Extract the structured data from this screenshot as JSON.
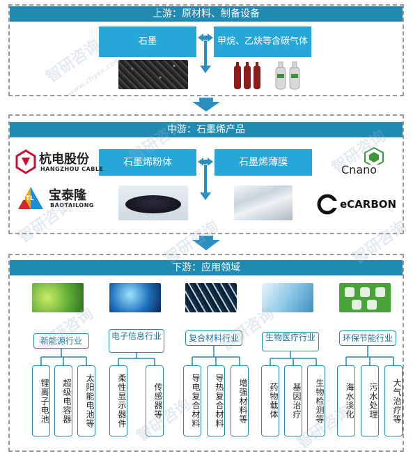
{
  "upstream": {
    "title": "上游：原材料、制备设备",
    "items": [
      "石墨",
      "甲烷、乙炔等含碳气体"
    ]
  },
  "midstream": {
    "title": "中游：石墨烯产品",
    "items": [
      "石墨烯粉体",
      "石墨烯薄膜"
    ],
    "companies": {
      "hangzhou_cn": "杭电股份",
      "hangzhou_en": "HANGZHOU CABLE",
      "baotailong_cn": "宝泰隆",
      "baotailong_en": "BAOTAILONG",
      "btl": "BTL",
      "cnano": "Cnano",
      "ecarbon": "eCARBON"
    }
  },
  "downstream": {
    "title": "下游：应用领域",
    "categories": [
      {
        "label": "新能源行业",
        "leaves": [
          "锂离子电池",
          "超级电容器",
          "太阳能电池等"
        ]
      },
      {
        "label": "电子信息行业",
        "leaves": [
          "柔性显示器件",
          "传感器等"
        ]
      },
      {
        "label": "复合材料行业",
        "leaves": [
          "导电复合材料",
          "导热复合材料",
          "增强材料等"
        ]
      },
      {
        "label": "生物医疗行业",
        "leaves": [
          "药物载体",
          "基因治疗",
          "生物检测等"
        ]
      },
      {
        "label": "环保节能行业",
        "leaves": [
          "海水淡化",
          "污水处理",
          "大气治疗等"
        ]
      }
    ]
  },
  "watermark": "智研咨询",
  "watermark_url": "www.chyxx.com",
  "colors": {
    "bar": "#1f8bb3",
    "box": "#27a6d8",
    "arrow": "#2b8fc0"
  }
}
